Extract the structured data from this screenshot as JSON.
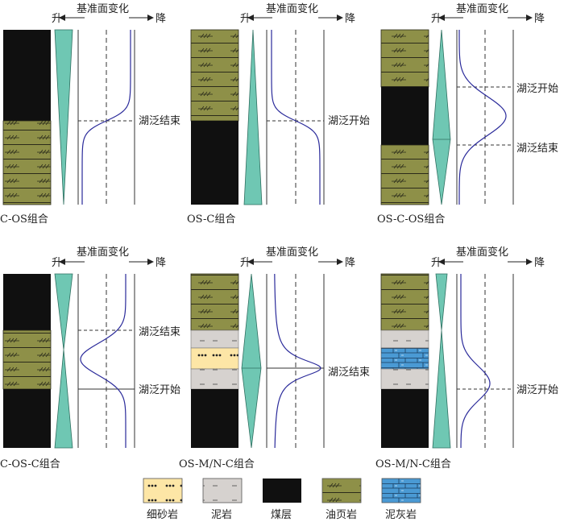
{
  "labels": {
    "baselevel": "基准面变化",
    "rise": "升",
    "fall": "降",
    "lake_end": "湖泛结束",
    "lake_start": "湖泛开始"
  },
  "panels": [
    {
      "name": "C-OS组合"
    },
    {
      "name": "OS-C组合"
    },
    {
      "name": "OS-C-OS组合"
    },
    {
      "name": "C-OS-C组合"
    },
    {
      "name": "OS-M/N-C组合"
    },
    {
      "name": "OS-M/N-C组合"
    }
  ],
  "legend": [
    {
      "key": "fine-sandstone",
      "label": "细砂岩",
      "color": "#fde6a6"
    },
    {
      "key": "mudstone",
      "label": "泥岩",
      "color": "#d6d2cf"
    },
    {
      "key": "coal",
      "label": "煤层",
      "color": "#101010"
    },
    {
      "key": "oil-shale",
      "label": "油页岩",
      "color": "#8e9048"
    },
    {
      "key": "marl",
      "label": "泥灰岩",
      "color": "#4a9ad4"
    }
  ],
  "colors": {
    "triangle": "#6fc7b3",
    "curve": "#2a2a9a",
    "coal": "#101010",
    "oil_shale": "#8e9048",
    "mudstone": "#d6d2cf",
    "sand": "#fde6a6",
    "marl": "#4a9ad4"
  }
}
